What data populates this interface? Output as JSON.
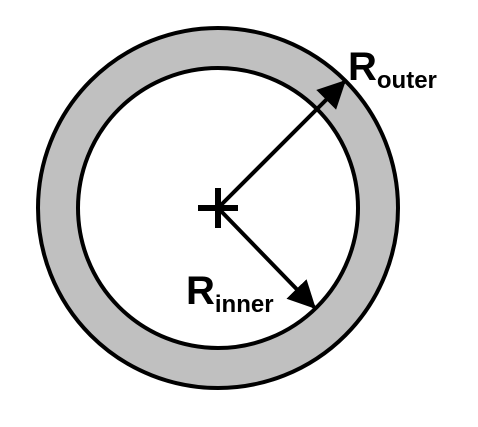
{
  "labels": {
    "outer": {
      "main": "R",
      "sub": "outer"
    },
    "inner": {
      "main": "R",
      "sub": "inner"
    }
  },
  "colors": {
    "ring_fill": "#c0c0c0",
    "inner_fill": "#ffffff",
    "stroke": "#000000"
  }
}
